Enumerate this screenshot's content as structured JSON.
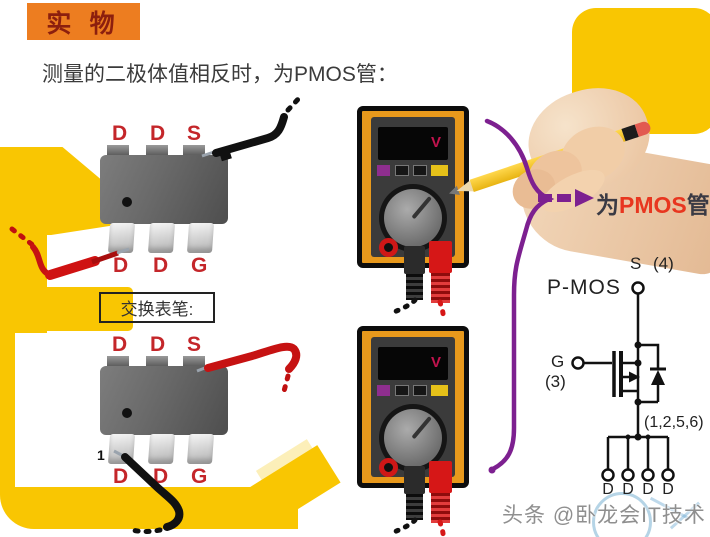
{
  "banner": {
    "title": "实 物"
  },
  "subtitle": "测量的二极体值相反时，为PMOS管：",
  "swap_label": "交换表笔:",
  "chip1": {
    "top_pins": [
      "D",
      "D",
      "S"
    ],
    "bottom_pins": [
      "D",
      "D",
      "G"
    ]
  },
  "chip2": {
    "top_pins": [
      "D",
      "D",
      "S"
    ],
    "bottom_pins": [
      "D",
      "D",
      "G"
    ],
    "pin1_label": "1"
  },
  "meters": {
    "display_unit": "V"
  },
  "annotation": {
    "prefix": "为",
    "highlight": "PMOS",
    "suffix": "管。"
  },
  "schematic": {
    "title": "P-MOS",
    "source_label": "S",
    "source_pin": "(4)",
    "gate_label": "G",
    "gate_pin": "(3)",
    "drain_bus_label": "(1,2,5,6)",
    "drain_terminals": [
      "D",
      "D",
      "D",
      "D"
    ]
  },
  "watermark": {
    "text": "头条 @卧龙会IT技术"
  },
  "colors": {
    "accent_orange": "#ED7D20",
    "banner_text": "#8C1F0E",
    "pin_label_red": "#C4262A",
    "pmos_red": "#E8361F",
    "purple": "#7D2090",
    "deco_yellow": "#F9C602",
    "meter_orange": "#E8991C"
  }
}
